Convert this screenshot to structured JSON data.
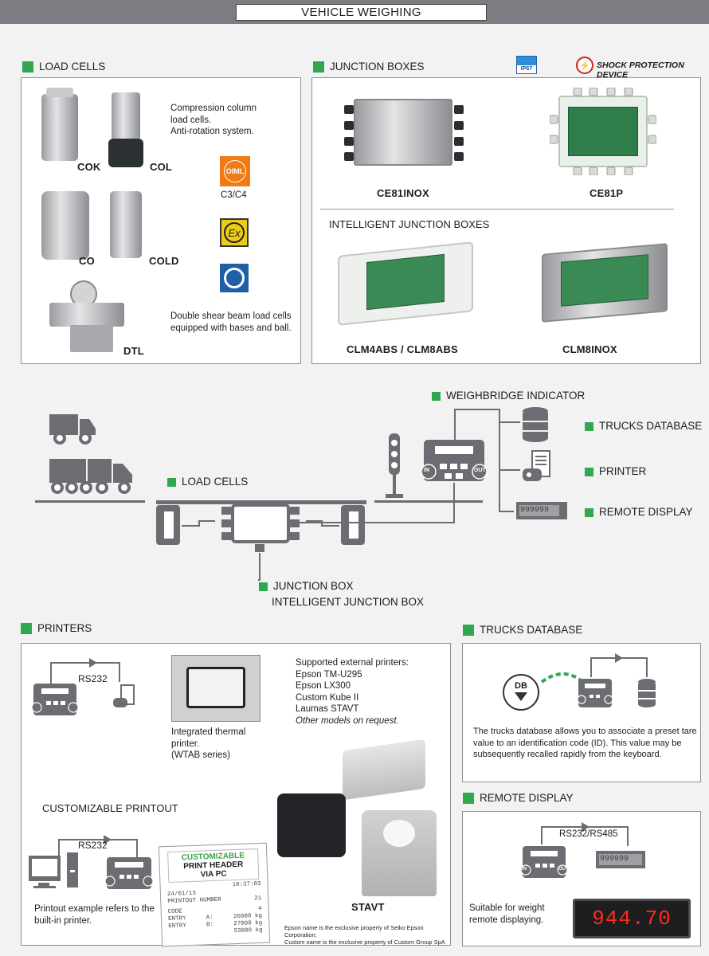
{
  "page": {
    "title": "VEHICLE WEIGHING"
  },
  "load_cells": {
    "header": "LOAD CELLS",
    "labels": [
      "COK",
      "COL",
      "CO",
      "COLD",
      "DTL"
    ],
    "compression_text": [
      "Compression column",
      "load cells.",
      "Anti-rotation system."
    ],
    "oiml_logo": "OIML",
    "oiml_class": "C3/C4",
    "ex_logo": "Ex",
    "double_shear_text": [
      "Double shear beam load cells",
      "equipped with bases and ball."
    ]
  },
  "junction_boxes": {
    "header": "JUNCTION BOXES",
    "ip_badge": "IP67",
    "shock_label": "SHOCK PROTECTION DEVICE",
    "products": [
      "CE81INOX",
      "CE81P"
    ],
    "intelligent_header": "INTELLIGENT JUNCTION BOXES",
    "intelligent_products": [
      "CLM4ABS / CLM8ABS",
      "CLM8INOX"
    ]
  },
  "diagram": {
    "weighbridge_indicator": "WEIGHBRIDGE INDICATOR",
    "trucks_database": "TRUCKS DATABASE",
    "printer": "PRINTER",
    "remote_display": "REMOTE DISPLAY",
    "load_cells": "LOAD CELLS",
    "junction_box": "JUNCTION BOX",
    "intelligent_junction_box": "INTELLIGENT JUNCTION BOX",
    "in_label": "IN",
    "out_label": "OUT",
    "display_digits": "999999"
  },
  "printers": {
    "header": "PRINTERS",
    "rs232": "RS232",
    "integrated_text": [
      "Integrated thermal",
      "printer.",
      "(WTAB series)"
    ],
    "supported_title": "Supported external printers:",
    "supported_list": [
      "Epson TM-U295",
      "Epson LX300",
      "Custom Kube II",
      "Laumas STAVT"
    ],
    "other_models": "Other models on request.",
    "customizable_header": "CUSTOMIZABLE PRINTOUT",
    "printout_note": [
      "Printout example refers to the",
      "built-in printer."
    ],
    "stavt_label": "STAVT",
    "disclaimer": [
      "Epson name is the exclusive property of Seiko Epson Corporation;",
      "Custom name is the exclusive property of Custom Group SpA"
    ],
    "receipt": {
      "header_lines": [
        "CUSTOMIZABLE",
        "PRINT HEADER",
        "VIA PC"
      ],
      "date": "24/01/13",
      "time": "10:37:03",
      "printout_number_label": "PRINTOUT NUMBER",
      "printout_number": "21",
      "code_label": "CODE",
      "code_value": "4",
      "entry_a_label": "ENTRY",
      "entry_a_tag": "A:",
      "entry_a_value": "26000 kg",
      "entry_b_label": "ENTRY",
      "entry_b_tag": "B:",
      "entry_b_value": "27000 kg",
      "entry_c_value": "53000 kg"
    }
  },
  "trucks_database": {
    "header": "TRUCKS DATABASE",
    "db_label": "DB",
    "description": [
      "The trucks database allows you to associate a preset tare",
      "value to an identification code (ID). This value may be",
      "subsequently recalled rapidly from the keyboard."
    ]
  },
  "remote_display": {
    "header": "REMOTE DISPLAY",
    "interface": "RS232/RS485",
    "digits": "999999",
    "note": [
      "Suitable for weight",
      "remote displaying."
    ],
    "led_value": "944.70"
  },
  "colors": {
    "accent_green": "#2fa84f",
    "icon_grey": "#6b6d72",
    "band_grey": "#7b7d82",
    "led_red": "#ff2a1a"
  }
}
